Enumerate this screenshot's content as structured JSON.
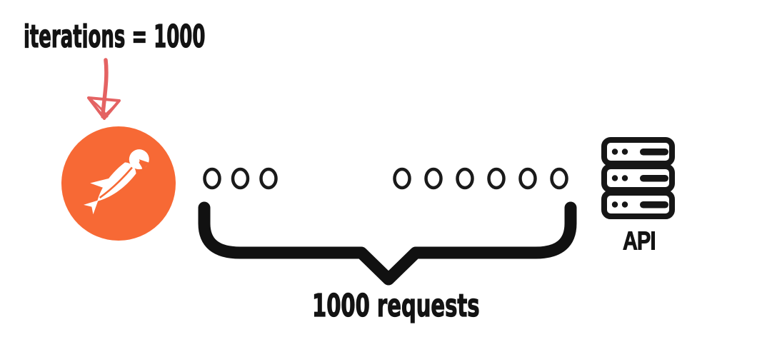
{
  "annotation": {
    "label": "iterations = 1000",
    "arrow_icon": "hand-drawn-arrow",
    "arrow_color": "#E25555"
  },
  "postman": {
    "icon": "postman-logo",
    "brand_color": "#F76935"
  },
  "requests": {
    "label": "1000 requests",
    "dots_left_group": 3,
    "dots_right_group": 6,
    "brace_icon": "curly-underbrace"
  },
  "api": {
    "label": "API",
    "icon": "server-stack"
  },
  "colors": {
    "background": "#FFFFFF",
    "ink": "#131313",
    "postman_orange": "#F76935",
    "arrow_red": "#E25555"
  }
}
